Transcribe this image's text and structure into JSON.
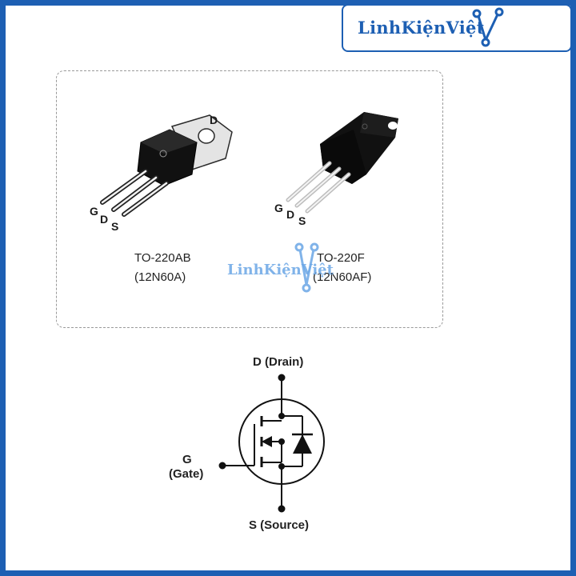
{
  "brand": {
    "logo_text": "LinhKiệnViệt",
    "watermark_text": "LinhKiệnViệt",
    "color": "#1d5fb3",
    "watermark_color": "#6aa6e6"
  },
  "packages": [
    {
      "name": "TO-220AB",
      "part": "(12N60A)",
      "pins": {
        "top": "D",
        "g": "G",
        "d": "D",
        "s": "S"
      }
    },
    {
      "name": "TO-220F",
      "part": "(12N60AF)",
      "pins": {
        "g": "G",
        "d": "D",
        "s": "S"
      }
    }
  ],
  "symbol": {
    "drain_label": "D (Drain)",
    "gate_label_1": "G",
    "gate_label_2": "(Gate)",
    "source_label": "S (Source)",
    "icon": "n-channel-mosfet-symbol"
  }
}
